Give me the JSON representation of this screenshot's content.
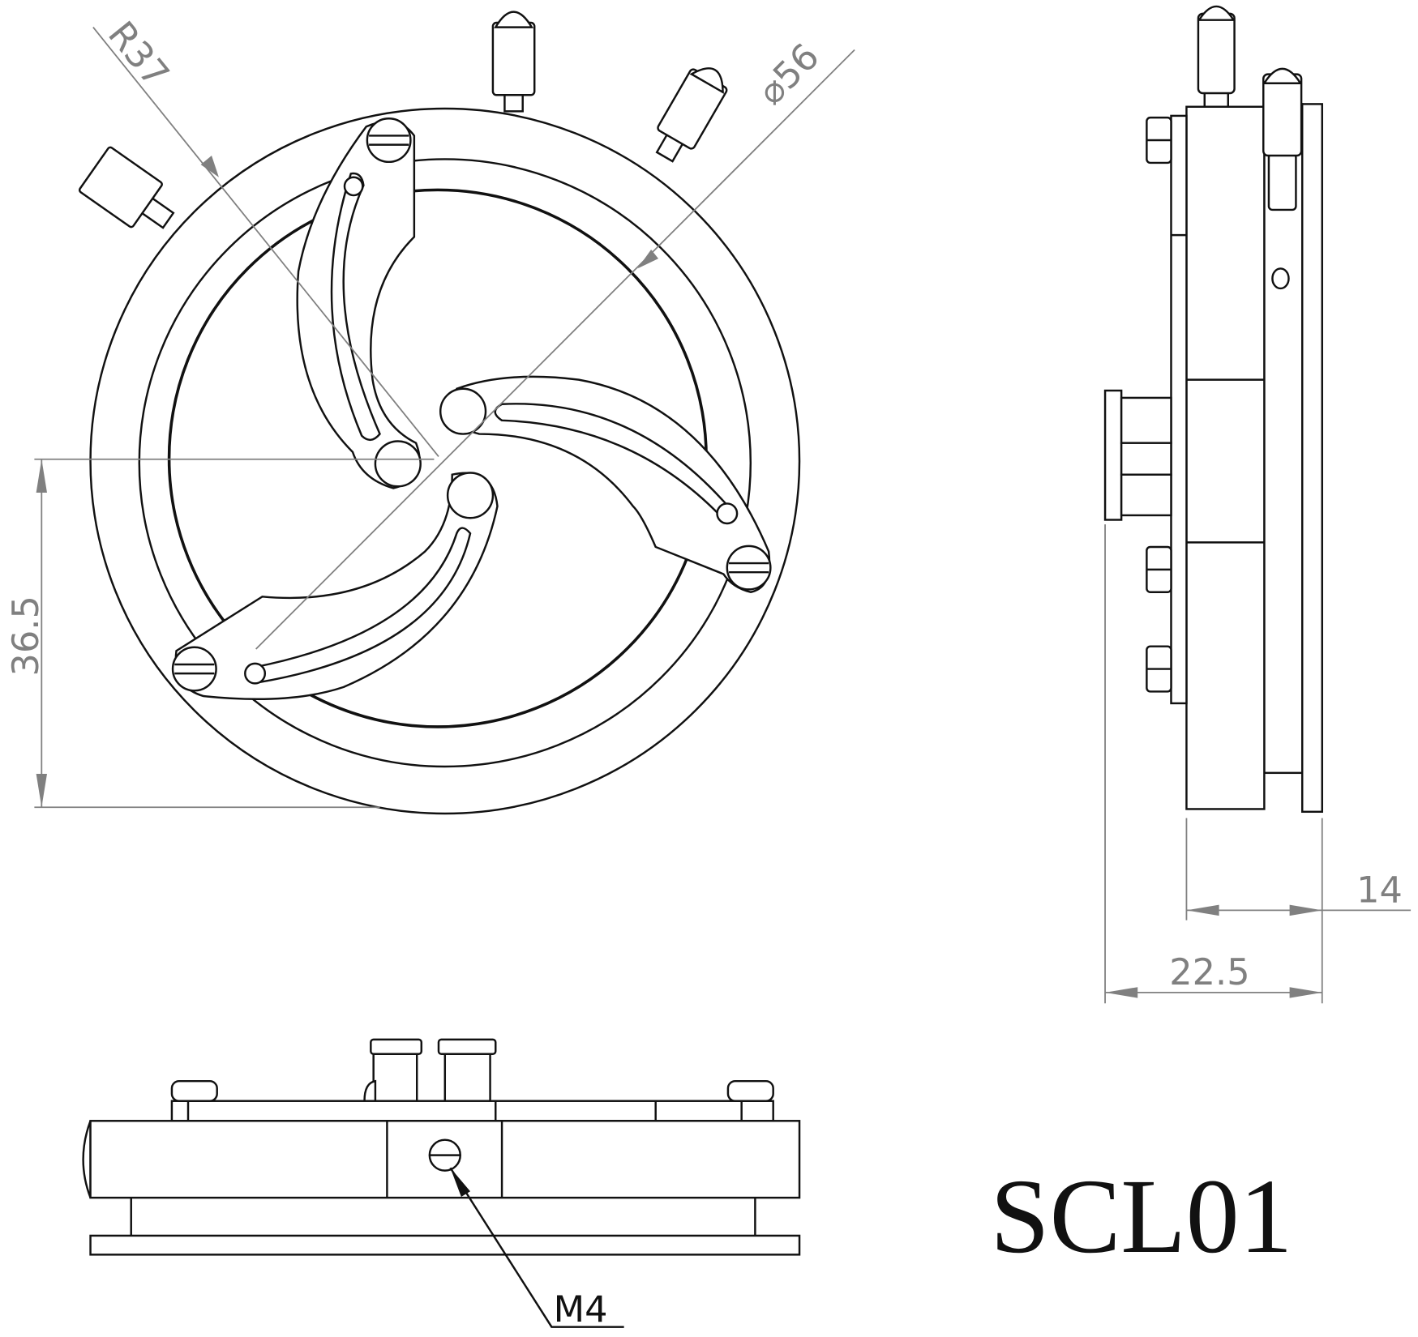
{
  "dimensions": {
    "radius": "R37",
    "diameter": "⌀56",
    "height": "36.5",
    "thickness_plate": "14",
    "thickness_total": "22.5"
  },
  "thread_label": "M4",
  "part_number": "SCL01"
}
